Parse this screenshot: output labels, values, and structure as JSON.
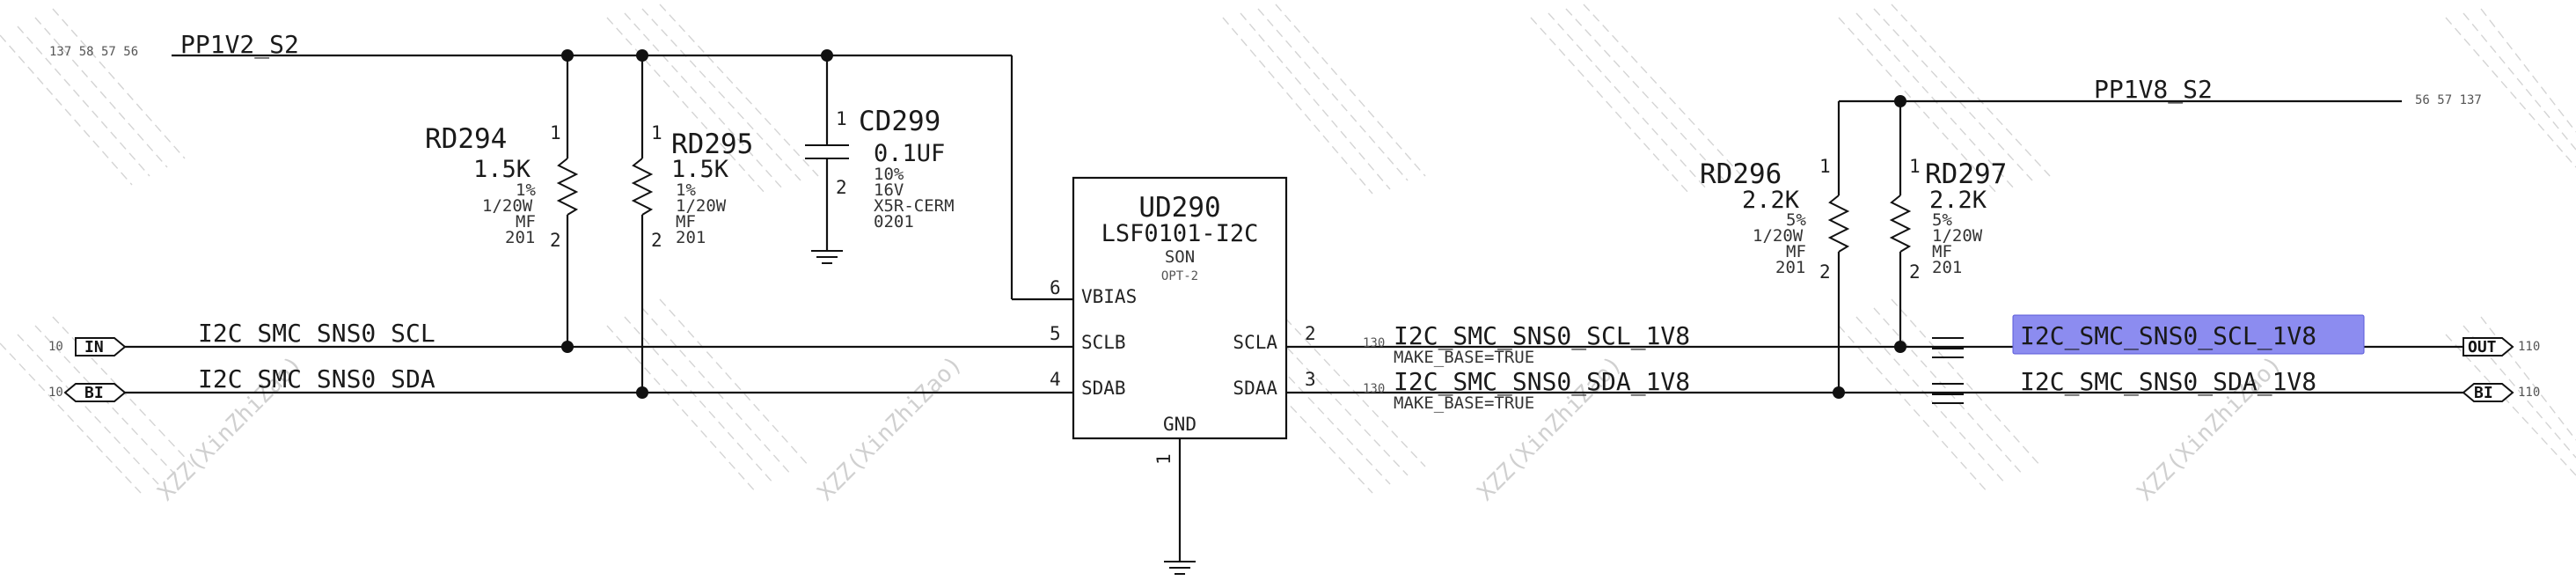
{
  "rails": {
    "pp1v2": {
      "name": "PP1V2_S2",
      "refs": "137 58 57 56"
    },
    "pp1v8": {
      "name": "PP1V8_S2",
      "refs": "56 57 137"
    }
  },
  "components": {
    "rd294": {
      "ref": "RD294",
      "value": "1.5K",
      "tol": "1%",
      "power": "1/20W",
      "type": "MF",
      "pkg": "201",
      "pin_top": "1",
      "pin_bot": "2"
    },
    "rd295": {
      "ref": "RD295",
      "value": "1.5K",
      "tol": "1%",
      "power": "1/20W",
      "type": "MF",
      "pkg": "201",
      "pin_top": "1",
      "pin_bot": "2"
    },
    "cd299": {
      "ref": "CD299",
      "value": "0.1UF",
      "tol": "10%",
      "voltage": "16V",
      "dielectric": "X5R-CERM",
      "pkg": "0201",
      "pin_top": "1",
      "pin_bot": "2"
    },
    "rd296": {
      "ref": "RD296",
      "value": "2.2K",
      "tol": "5%",
      "power": "1/20W",
      "type": "MF",
      "pkg": "201",
      "pin_top": "1",
      "pin_bot": "2"
    },
    "rd297": {
      "ref": "RD297",
      "value": "2.2K",
      "tol": "5%",
      "power": "1/20W",
      "type": "MF",
      "pkg": "201",
      "pin_top": "1",
      "pin_bot": "2"
    },
    "ud290": {
      "ref": "UD290",
      "part": "LSF0101-I2C",
      "pkg": "SON",
      "opt": "OPT-2",
      "pins": {
        "vbias": {
          "name": "VBIAS",
          "num": "6"
        },
        "sclb": {
          "name": "SCLB",
          "num": "5"
        },
        "sdab": {
          "name": "SDAB",
          "num": "4"
        },
        "scla": {
          "name": "SCLA",
          "num": "2"
        },
        "sdaa": {
          "name": "SDAA",
          "num": "3"
        },
        "gnd": {
          "name": "GND",
          "num": "1"
        }
      }
    }
  },
  "nets": {
    "scl_in": {
      "name": "I2C_SMC_SNS0_SCL",
      "ref": "10",
      "port": "IN"
    },
    "sda_in": {
      "name": "I2C_SMC_SNS0_SDA",
      "ref": "10",
      "port": "BI"
    },
    "scl_1v8_a": {
      "name": "I2C_SMC_SNS0_SCL_1V8",
      "ref": "130",
      "prop": "MAKE_BASE=TRUE"
    },
    "sda_1v8_a": {
      "name": "I2C_SMC_SNS0_SDA_1V8",
      "ref": "130",
      "prop": "MAKE_BASE=TRUE"
    },
    "scl_out": {
      "name": "I2C_SMC_SNS0_SCL_1V8",
      "ref": "110",
      "port": "OUT",
      "highlight": "#8c8cf0"
    },
    "sda_out": {
      "name": "I2C_SMC_SNS0_SDA_1V8",
      "ref": "110",
      "port": "BI"
    }
  },
  "watermark": "XZZ(XinZhiZao)"
}
